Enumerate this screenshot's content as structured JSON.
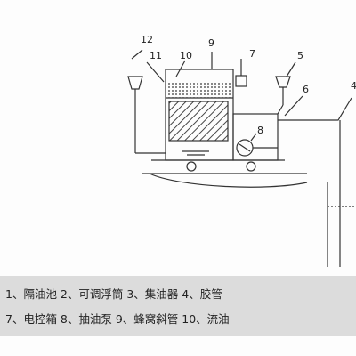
{
  "diagram": {
    "labels": [
      "12",
      "11",
      "10",
      "9",
      "7",
      "5",
      "6",
      "8",
      "4"
    ]
  },
  "legend": {
    "line1": "1、隔油池 2、可调浮筒   3、集油器    4、胶管",
    "line2": "7、电控箱 8、抽油泵      9、蜂窝斜管 10、流油"
  }
}
